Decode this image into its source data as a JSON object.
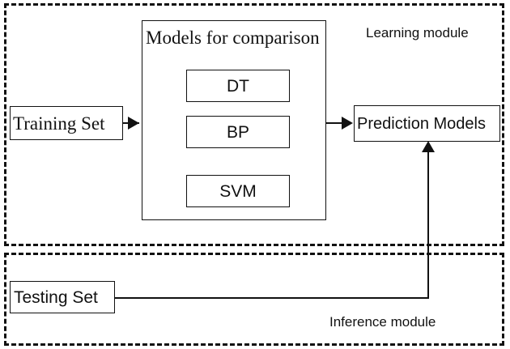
{
  "diagram": {
    "type": "flowchart",
    "background_color": "#ffffff",
    "stroke_color": "#111111",
    "modules": [
      {
        "id": "learning",
        "caption": "Learning module",
        "border_style": "dashed"
      },
      {
        "id": "inference",
        "caption": "Inference module",
        "border_style": "dashed"
      }
    ],
    "nodes": {
      "training_set": "Training Set",
      "testing_set": "Testing Set",
      "prediction_models": "Prediction Models",
      "models_container_title": "Models for comparison"
    },
    "models": [
      {
        "label": "DT"
      },
      {
        "label": "BP"
      },
      {
        "label": "SVM"
      }
    ],
    "edges": [
      {
        "from": "Training Set",
        "to": "Models for comparison",
        "arrow": "right"
      },
      {
        "from": "Models for comparison",
        "to": "Prediction Models",
        "arrow": "right"
      },
      {
        "from": "Testing Set",
        "to": "Prediction Models",
        "arrow": "up"
      }
    ]
  }
}
